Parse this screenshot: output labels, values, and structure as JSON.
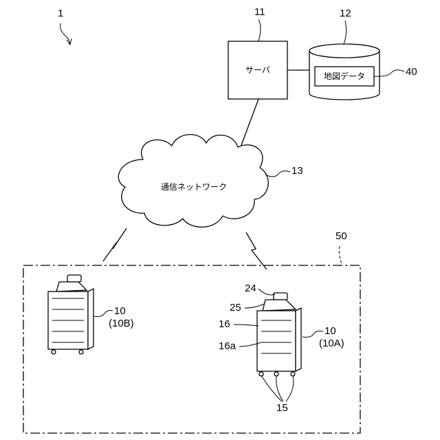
{
  "figure_ref": "1",
  "server": {
    "ref": "11",
    "label": "サーバ"
  },
  "storage": {
    "ref": "12",
    "inner_label": "地図データ",
    "inner_ref": "40"
  },
  "network": {
    "ref": "13",
    "label": "通信ネットワーク"
  },
  "area": {
    "ref": "50"
  },
  "robot_b": {
    "ref": "10",
    "sub_ref": "(10B)"
  },
  "robot_a": {
    "ref": "10",
    "sub_ref": "(10A)",
    "camera_ref": "24",
    "display_ref": "25",
    "body_ref": "16",
    "shelf_ref": "16a",
    "wheels_ref": "15"
  }
}
